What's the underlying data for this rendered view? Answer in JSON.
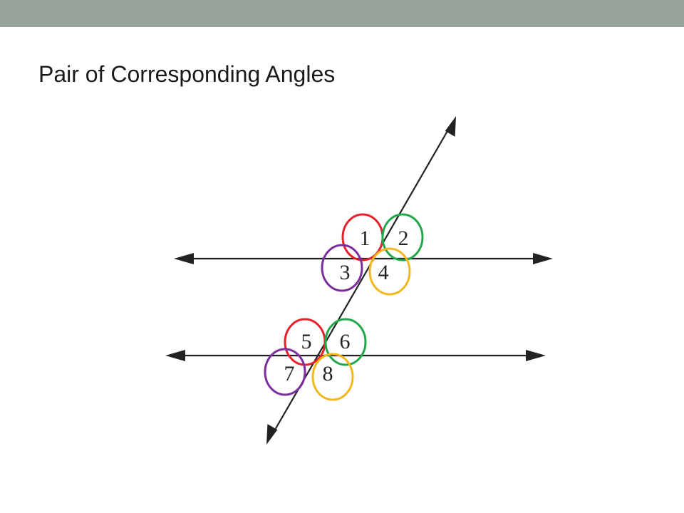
{
  "slide": {
    "title": "Pair of Corresponding Angles",
    "header_bar_color": "#95A39A"
  },
  "diagram": {
    "line_color": "#222222",
    "angles": [
      {
        "label": "1",
        "ring_color": "#E8202A"
      },
      {
        "label": "2",
        "ring_color": "#22A84A"
      },
      {
        "label": "3",
        "ring_color": "#7B2D9E"
      },
      {
        "label": "4",
        "ring_color": "#F2B71C"
      },
      {
        "label": "5",
        "ring_color": "#E8202A"
      },
      {
        "label": "6",
        "ring_color": "#22A84A"
      },
      {
        "label": "7",
        "ring_color": "#7B2D9E"
      },
      {
        "label": "8",
        "ring_color": "#F2B71C"
      }
    ]
  }
}
